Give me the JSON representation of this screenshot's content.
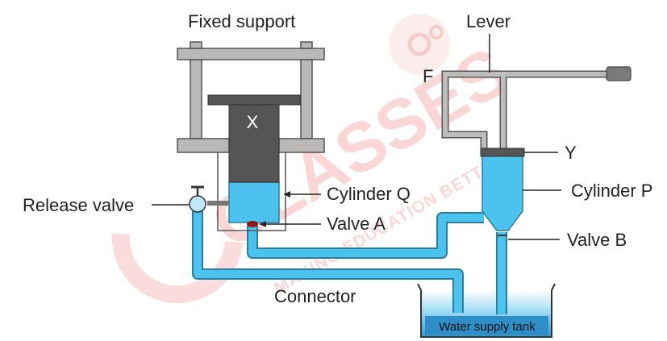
{
  "labels": {
    "fixed_support": "Fixed support",
    "lever": "Lever",
    "fulcrum": "F",
    "piston_x": "X",
    "piston_y": "Y",
    "cylinder_q": "Cylinder Q",
    "cylinder_p": "Cylinder P",
    "release_valve": "Release valve",
    "valve_a": "Valve A",
    "valve_b": "Valve B",
    "connector": "Connector",
    "water_tank": "Water supply tank"
  },
  "watermark": {
    "brand": "CLASSES",
    "tagline": "MAKING EDUCATION BETTER"
  },
  "colors": {
    "water": "#4cc3ee",
    "pipe_outline": "#2a7fa0",
    "frame_fill": "#b9b9b9",
    "frame_stroke": "#555555",
    "piston_dark": "#555555",
    "tank_label_bg": "#2f8ec8",
    "watermark": "#f6b5b5"
  }
}
